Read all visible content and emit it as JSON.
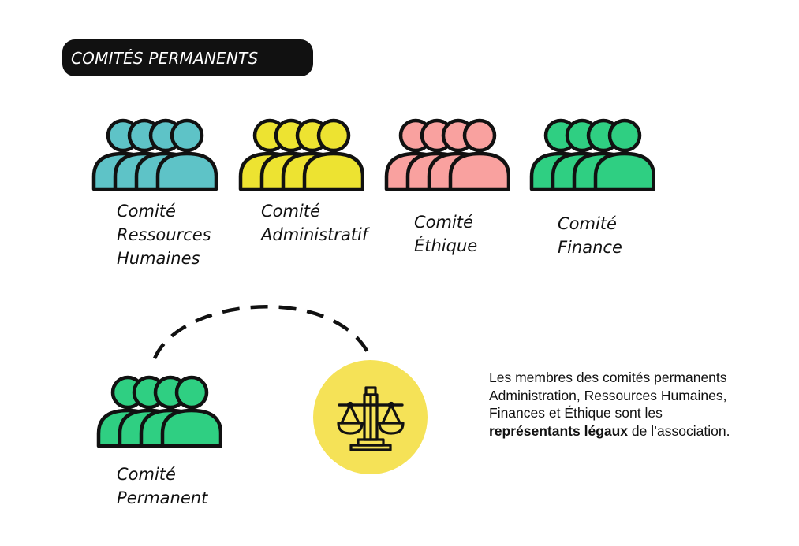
{
  "header": {
    "title": "COMITÉS PERMANENTS"
  },
  "committees": [
    {
      "line1": "Comité",
      "line2": "Ressources",
      "line3": "Humaines",
      "icon": "people-group-icon",
      "color": "#5ec3c7"
    },
    {
      "line1": "Comité",
      "line2": "Administratif",
      "icon": "people-group-icon",
      "color": "#ede331"
    },
    {
      "line1": "Comité",
      "line2": "Éthique",
      "icon": "people-group-icon",
      "color": "#f9a19f"
    },
    {
      "line1": "Comité",
      "line2": "Finance",
      "icon": "people-group-icon",
      "color": "#2fcf82"
    }
  ],
  "permanent": {
    "line1": "Comité",
    "line2": "Permanent",
    "icon": "people-group-icon",
    "color": "#2fcf82"
  },
  "badge": {
    "icon": "scales-of-justice-icon",
    "color": "#f5e257"
  },
  "description": {
    "text_before": "Les membres des comités permanents Administration, Ressources Humaines, Finances et Éthique sont les ",
    "bold": "représentants légaux",
    "text_after": " de l’association."
  }
}
